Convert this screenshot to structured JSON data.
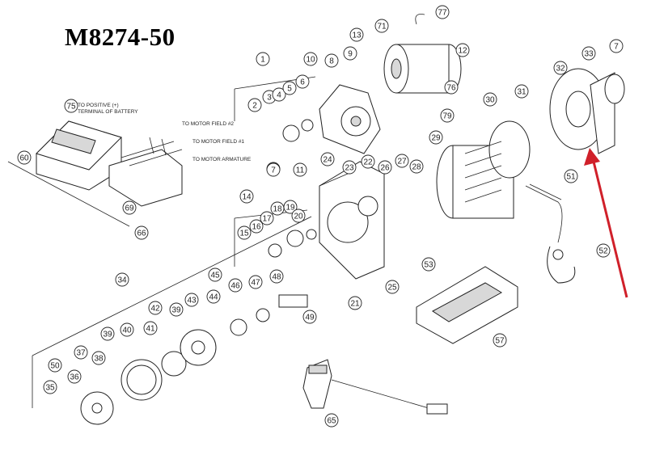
{
  "title": "M8274-50",
  "accent_color": "#d0202a",
  "notes": {
    "positive_1": "TO POSITIVE (+)",
    "positive_2": "TERMINAL OF BATTERY",
    "field2": "TO MOTOR FIELD #2",
    "field1": "TO MOTOR FIELD #1",
    "armature": "TO MOTOR ARMATURE"
  },
  "callouts": [
    "1",
    "2",
    "3",
    "4",
    "5",
    "6",
    "7",
    "7",
    "7",
    "8",
    "9",
    "10",
    "11",
    "12",
    "13",
    "14",
    "15",
    "16",
    "17",
    "18",
    "19",
    "20",
    "21",
    "22",
    "23",
    "24",
    "25",
    "26",
    "27",
    "28",
    "29",
    "30",
    "31",
    "32",
    "33",
    "34",
    "35",
    "36",
    "37",
    "38",
    "39",
    "39",
    "40",
    "41",
    "42",
    "43",
    "44",
    "45",
    "46",
    "47",
    "48",
    "49",
    "50",
    "51",
    "52",
    "53",
    "57",
    "60",
    "65",
    "66",
    "69",
    "71",
    "75",
    "76",
    "77",
    "79"
  ]
}
